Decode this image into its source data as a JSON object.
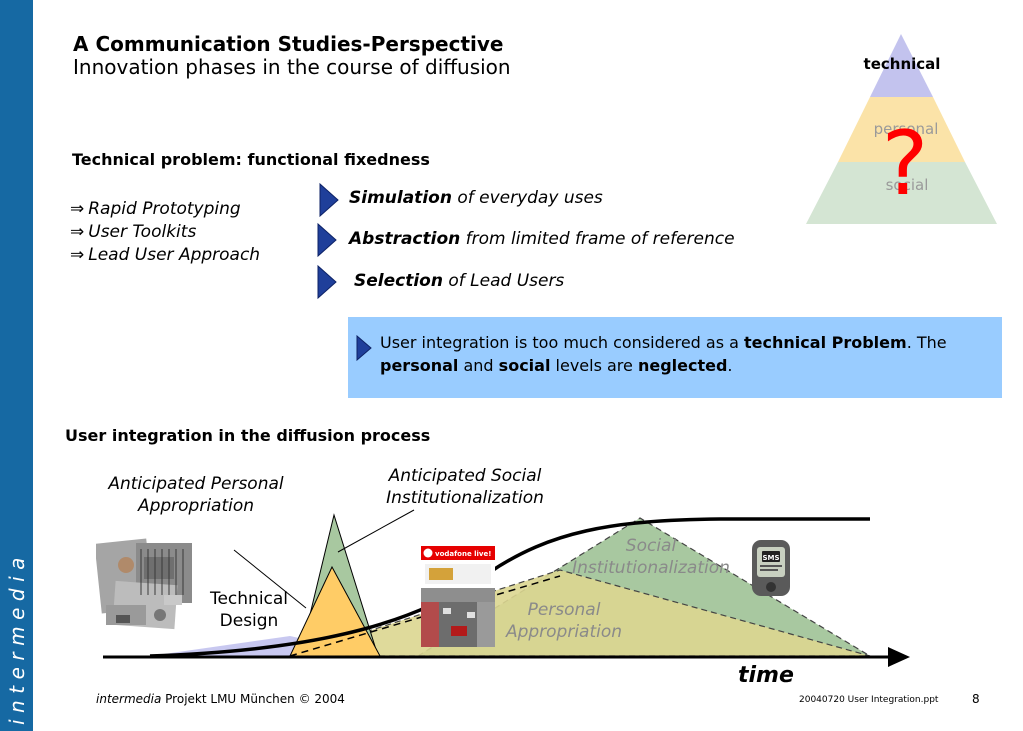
{
  "branding": {
    "sidebar_logo": "intermedia"
  },
  "header": {
    "title": "A Communication Studies-Perspective",
    "subtitle": "Innovation phases in the course of diffusion"
  },
  "pyramid": {
    "levels": [
      "technical",
      "personal",
      "social"
    ],
    "mark": "?",
    "colors": {
      "top": "#c3c3ee",
      "middle": "#fbe3a8",
      "bottom": "#d4e5d3",
      "mark": "#ff0000"
    }
  },
  "problem": {
    "heading": "Technical problem: functional fixedness",
    "approaches": [
      "Rapid Prototyping",
      "User Toolkits",
      "Lead User Approach"
    ],
    "approach_arrow": "⇒",
    "points": [
      {
        "bold": "Simulation",
        "rest": " of everyday uses"
      },
      {
        "bold": "Abstraction",
        "rest": " from limited frame of reference"
      },
      {
        "bold": "Selection",
        "rest": " of Lead Users"
      }
    ]
  },
  "infobox": {
    "t1": "User integration is too much considered as a ",
    "b1": "technical Problem",
    "t2": ". The ",
    "b2": "personal",
    "t3": " and ",
    "b3": "social",
    "t4": " levels are ",
    "b4": "neglected",
    "t5": ".",
    "color": "#99ccff"
  },
  "diffusion": {
    "heading": "User integration in the diffusion process",
    "labels": {
      "anticipated_personal": "Anticipated Personal Appropriation",
      "anticipated_social": "Anticipated Social Institutionalization",
      "technical_design": "Technical Design",
      "personal_appropriation": "Personal Appropriation",
      "social_institutionalization": "Social Institutionalization",
      "time": "time"
    },
    "phone_photo": {
      "brand": "vodafone live!"
    },
    "sms_device": {
      "screen": "SMS"
    },
    "colors": {
      "technical": "#c8c8f0",
      "personal": "#ffcc66",
      "social": "#a8c8a0",
      "personal_area": "#dcd690"
    }
  },
  "footer": {
    "org": "intermedia",
    "rest": " Projekt LMU München © 2004",
    "file": "20040720 User Integration.ppt",
    "page": "8"
  }
}
